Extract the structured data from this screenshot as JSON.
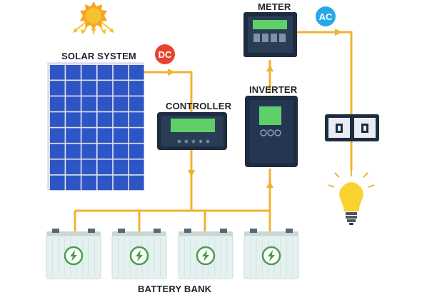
{
  "labels": {
    "solar": "SOLAR SYSTEM",
    "controller": "CONTROLLER",
    "inverter": "INVERTER",
    "meter": "METER",
    "battery": "BATTERY BANK"
  },
  "badges": {
    "dc": "DC",
    "ac": "AC"
  },
  "colors": {
    "wire": "#f2b230",
    "panel": "#2f55c5",
    "panel_frame": "#dfe6f3",
    "device": "#1d2c40",
    "screen": "#5fcf6a",
    "dc_badge": "#e8432f",
    "ac_badge": "#28a9e6",
    "battery_body": "#e4f1f0",
    "battery_icon": "#4a9c4a",
    "bulb": "#f9d230",
    "sun": "#f6c22d"
  },
  "icons": [
    "sun-icon",
    "solar-panel-icon",
    "controller-icon",
    "inverter-icon",
    "meter-icon",
    "socket-icon",
    "light-bulb-icon",
    "battery-icon",
    "charge-bolt-icon"
  ]
}
